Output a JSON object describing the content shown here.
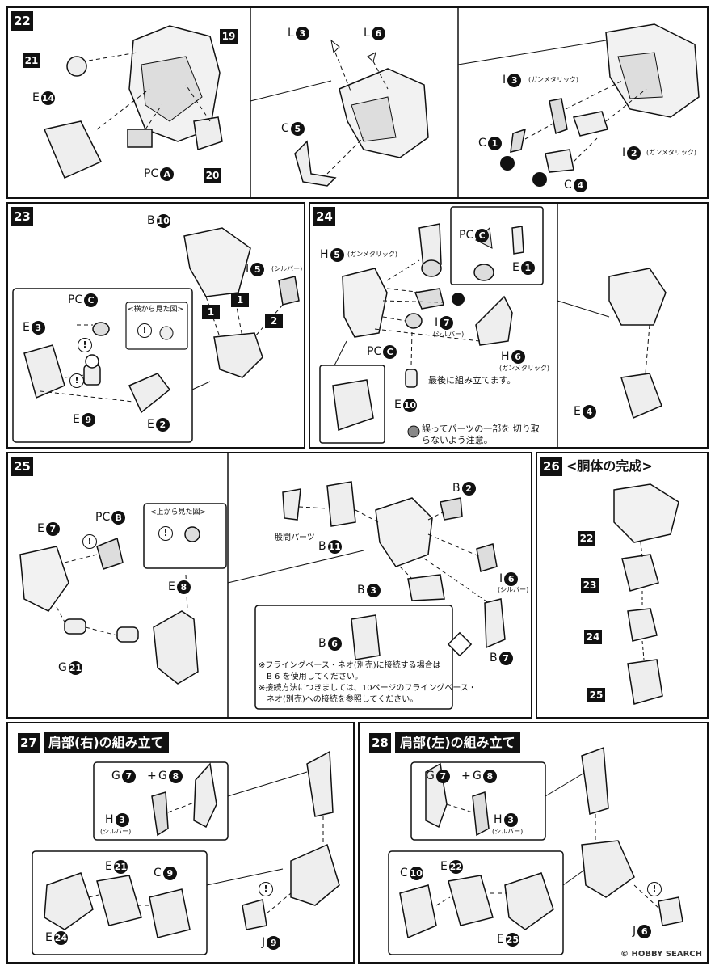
{
  "steps": {
    "s22": {
      "num": "22",
      "labels": {
        "p21": "21",
        "p19": "19",
        "e14": "E",
        "e14n": "14",
        "pca": "PC",
        "pcan": "A",
        "p20": "20",
        "l3": "L",
        "l3n": "3",
        "l6": "L",
        "l6n": "6",
        "c5": "C",
        "c5n": "5",
        "i3": "I",
        "i3n": "3",
        "i3sub": "(ガンメタリック)",
        "c1": "C",
        "c1n": "1",
        "i2": "I",
        "i2n": "2",
        "i2sub": "(ガンメタリック)",
        "c4": "C",
        "c4n": "4"
      }
    },
    "s23": {
      "num": "23",
      "labels": {
        "b10": "B",
        "b10n": "10",
        "i5": "I",
        "i5n": "5",
        "i5sub": "(シルバー)",
        "pcc": "PC",
        "pccn": "C",
        "side_view": "<横から見た図>",
        "e3": "E",
        "e3n": "3",
        "e9": "E",
        "e9n": "9",
        "e2": "E",
        "e2n": "2",
        "q1a": "1",
        "q1b": "1",
        "q2": "2"
      }
    },
    "s24": {
      "num": "24",
      "labels": {
        "h5": "H",
        "h5n": "5",
        "h5sub": "(ガンメタリック)",
        "pcc1": "PC",
        "pcc1n": "C",
        "e1": "E",
        "e1n": "1",
        "i7": "I",
        "i7n": "7",
        "i7sub": "(シルバー)",
        "pcc2": "PC",
        "pcc2n": "C",
        "h6": "H",
        "h6n": "6",
        "h6sub": "(ガンメタリック)",
        "last": "最後に組み立てます。",
        "e10": "E",
        "e10n": "10",
        "caution": "誤ってパーツの一部を 切り取らないよう注意。",
        "e4": "E",
        "e4n": "4"
      }
    },
    "s25": {
      "num": "25",
      "labels": {
        "e7": "E",
        "e7n": "7",
        "pcb": "PC",
        "pcbn": "B",
        "top_view": "<上から見た図>",
        "e8": "E",
        "e8n": "8",
        "g21": "G",
        "g21n": "21",
        "crotch": "股間パーツ",
        "b11": "B",
        "b11n": "11",
        "b2": "B",
        "b2n": "2",
        "b3": "B",
        "b3n": "3",
        "i6": "I",
        "i6n": "6",
        "i6sub": "(シルバー)",
        "b6": "B",
        "b6n": "6",
        "b7": "B",
        "b7n": "7",
        "note1": "※フライングベース・ネオ(別売)に接続する場合は",
        "note2": "B 6 を使用してください。",
        "note3": "※接続方法につきましては、10ページのフライングベース・",
        "note4": "ネオ(別売)への接続を参照してください。"
      }
    },
    "s26": {
      "num": "26",
      "title": "<胴体の完成>",
      "labels": {
        "a22": "22",
        "a23": "23",
        "a24": "24",
        "a25": "25"
      }
    },
    "s27": {
      "num": "27",
      "title": "肩部(右)の組み立て",
      "labels": {
        "g7": "G",
        "g7n": "7",
        "plus": "+",
        "g8": "G",
        "g8n": "8",
        "h3": "H",
        "h3n": "3",
        "h3sub": "(シルバー)",
        "e21": "E",
        "e21n": "21",
        "c9": "C",
        "c9n": "9",
        "e24": "E",
        "e24n": "24",
        "j9": "J",
        "j9n": "9"
      }
    },
    "s28": {
      "num": "28",
      "title": "肩部(左)の組み立て",
      "labels": {
        "g7": "G",
        "g7n": "7",
        "plus": "+",
        "g8": "G",
        "g8n": "8",
        "h3": "H",
        "h3n": "3",
        "h3sub": "(シルバー)",
        "c10": "C",
        "c10n": "10",
        "e22": "E",
        "e22n": "22",
        "e25": "E",
        "e25n": "25",
        "j6": "J",
        "j6n": "6"
      }
    }
  },
  "watermark": "© HOBBY SEARCH"
}
